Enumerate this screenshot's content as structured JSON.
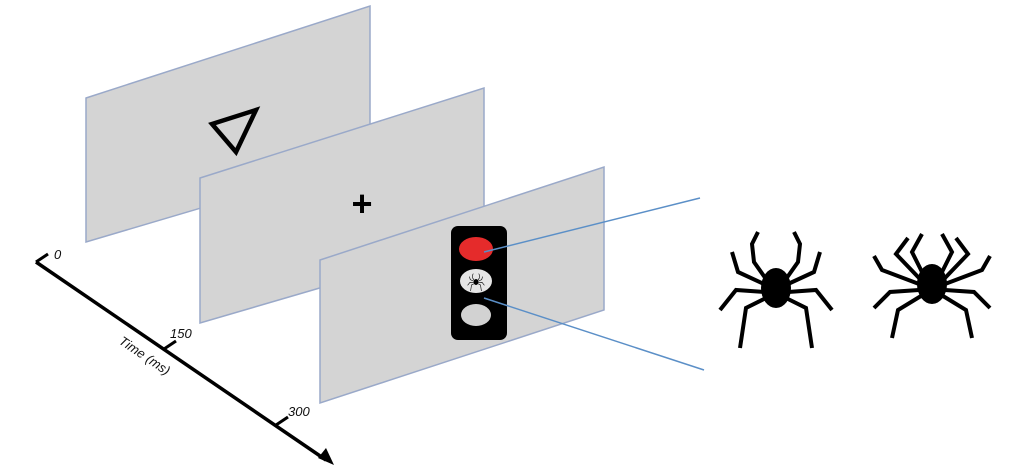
{
  "axis": {
    "label": "Time (ms)",
    "ticks": [
      "0",
      "150",
      "300"
    ]
  },
  "screens": [
    {
      "content": "triangle"
    },
    {
      "content": "fixation-cross",
      "symbol": "+"
    },
    {
      "content": "traffic-light"
    }
  ],
  "traffic_light": {
    "top_light_color": "#e52b2b",
    "middle_light": "spider",
    "bottom_light": "off"
  },
  "colors": {
    "screen_fill": "#d4d4d4",
    "screen_border": "#9aa9c9",
    "connector": "#5b8fc7",
    "housing": "#000000"
  },
  "stimuli": [
    "spider-a",
    "spider-b"
  ]
}
